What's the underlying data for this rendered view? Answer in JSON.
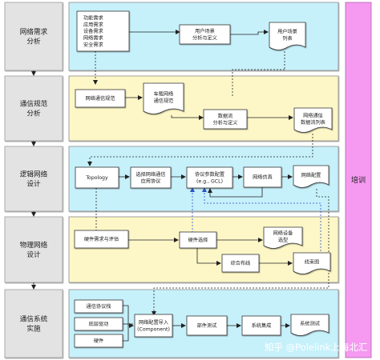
{
  "stages": [
    {
      "id": "network-req",
      "label": [
        "网络需求",
        "分析"
      ]
    },
    {
      "id": "comm-spec",
      "label": [
        "通信规范",
        "分析"
      ]
    },
    {
      "id": "logic-design",
      "label": [
        "逻辑网络",
        "设计"
      ]
    },
    {
      "id": "physical-design",
      "label": [
        "物理网络",
        "设计"
      ]
    },
    {
      "id": "comm-impl",
      "label": [
        "通信系统",
        "实施"
      ]
    }
  ],
  "training": {
    "label": "培训"
  },
  "boxes": {
    "req_list": [
      "功能需求",
      "应用需求",
      "设备需求",
      "网络需求",
      "安全需求"
    ],
    "user_scenario": [
      "用户场景",
      "分析与定义"
    ],
    "user_scenario_list": [
      "用户场景",
      "列表"
    ],
    "net_comm_spec": [
      "网络通信规范"
    ],
    "vehicle_net_spec": [
      "车载网络",
      "通信规范"
    ],
    "dataflow": [
      "数据流",
      "分析与定义"
    ],
    "net_dataflow_list": [
      "网络通信",
      "数据流列表"
    ],
    "topology": [
      "Topology"
    ],
    "select_protocol": [
      "选择网络通信",
      "应用协议"
    ],
    "protocol_config": [
      "协议参数配置",
      "(e.g., GCL)"
    ],
    "net_sim": [
      "网络仿真"
    ],
    "net_config": [
      "网络配置"
    ],
    "hw_req": [
      "硬件需求与评估"
    ],
    "hw_select": [
      "硬件选择"
    ],
    "net_device": [
      "网络设备",
      "选型"
    ],
    "routing": [
      "综合布线"
    ],
    "wiring": [
      "线束图"
    ],
    "protocol_stack": [
      "通信协议栈"
    ],
    "low_driver": [
      "底层驱动"
    ],
    "hardware": [
      "硬件"
    ],
    "config_import": [
      "网络配置导入",
      "(Component)"
    ],
    "component_test": [
      "部件测试"
    ],
    "sys_integration": [
      "系统集成"
    ],
    "sys_test": [
      "系统测试"
    ]
  },
  "watermark": "知乎 @Polelink上海北汇",
  "colors": {
    "stage_bg": "#e3e3e3",
    "blue_panel": "#c6f1fb",
    "yellow_panel": "#fdf7c7",
    "training": "#f59af0",
    "box_fill": "#ffffff",
    "stroke": "#333333"
  }
}
